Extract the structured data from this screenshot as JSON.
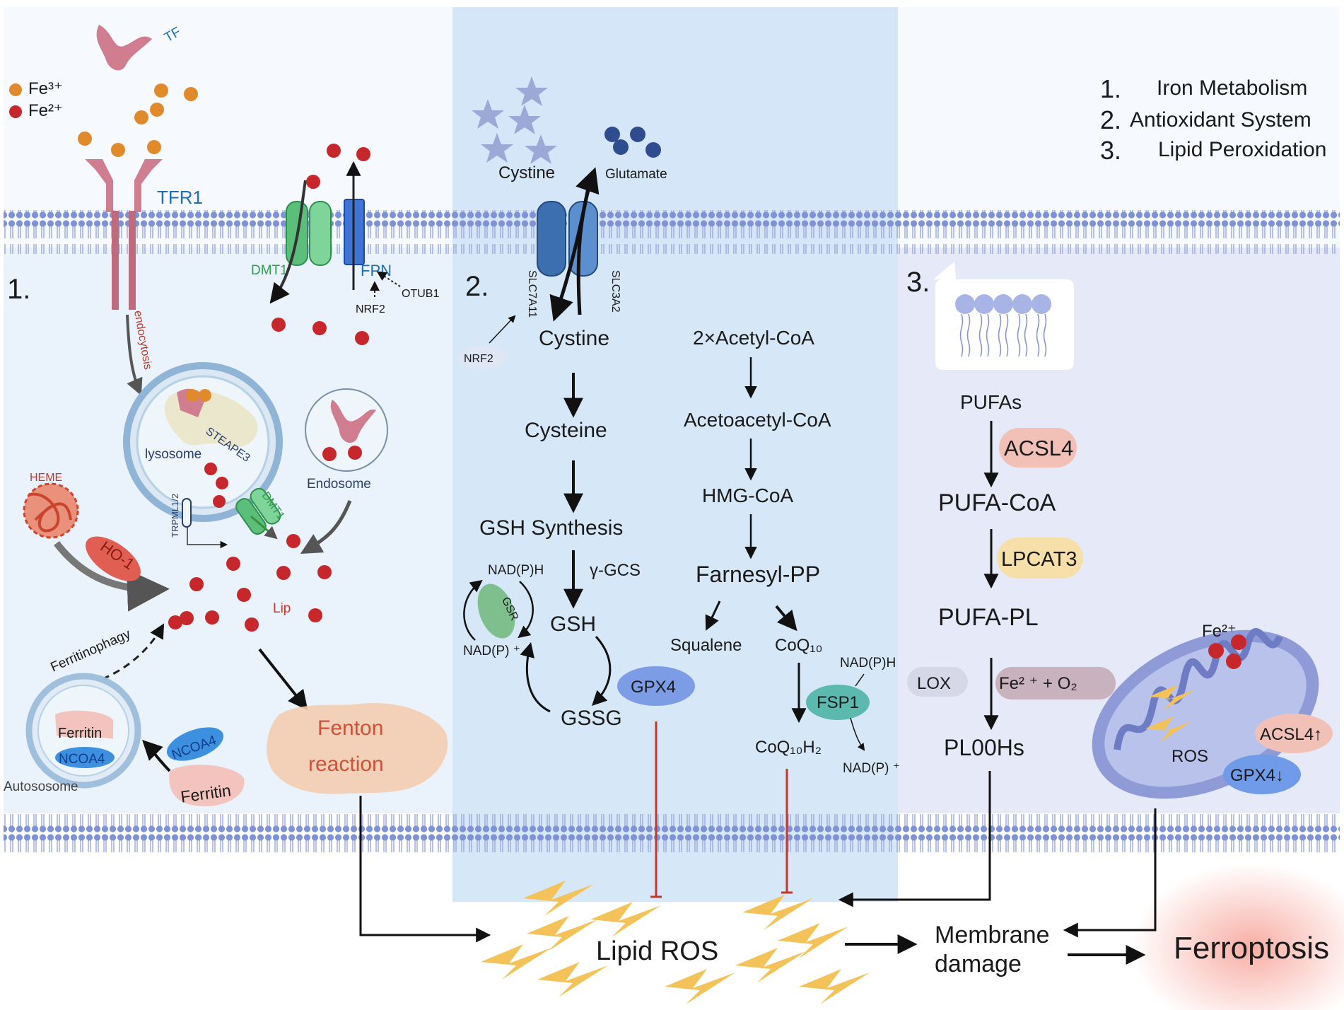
{
  "legend": {
    "fe3": "Fe³⁺",
    "fe2": "Fe²⁺",
    "items": [
      {
        "num": "1.",
        "text": "Iron Metabolism"
      },
      {
        "num": "2.",
        "text": "Antioxidant System"
      },
      {
        "num": "3.",
        "text": "Lipid Peroxidation"
      }
    ]
  },
  "panel1": {
    "number": "1.",
    "tf": "TF",
    "tfr1": "TFR1",
    "dmt1": "DMT1",
    "fpn": "FPN",
    "otub1": "OTUB1",
    "nrf2": "NRF2",
    "endocytosis": "endocytosis",
    "lysosome": "lysosome",
    "steape3": "STEAPE3",
    "trpml": "TRPML1/2",
    "dmt1_lyso": "DMT1",
    "endosome": "Endosome",
    "heme": "HEME",
    "ho1": "HO-1",
    "lip": "Lip",
    "ferritinophagy": "Ferritinophagy",
    "ferritin_in": "Ferritin",
    "ncoa4_in": "NCOA4",
    "autosome": "Autososome",
    "ncoa4": "NCOA4",
    "ferritin": "Ferritin",
    "fenton1": "Fenton",
    "fenton2": "reaction"
  },
  "panel2": {
    "number": "2.",
    "cystine_out": "Cystine",
    "glutamate": "Glutamate",
    "slc7a11": "SLC7A11",
    "slc3a2": "SLC3A2",
    "nrf2": "NRF2",
    "cystine_in": "Cystine",
    "cysteine": "Cysteine",
    "gsh_synthesis": "GSH Synthesis",
    "gcs": "γ-GCS",
    "nadph": "NAD(P)H",
    "gsr": "GSR",
    "nadp": "NAD(P) ⁺",
    "gsh": "GSH",
    "gssg": "GSSG",
    "gpx4": "GPX4",
    "acetyl": "2×Acetyl-CoA",
    "acetoacetyl": "Acetoacetyl-CoA",
    "hmg": "HMG-CoA",
    "farnesyl": "Farnesyl-PP",
    "squalene": "Squalene",
    "coq10": "CoQ₁₀",
    "nadph2": "NAD(P)H",
    "fsp1": "FSP1",
    "coq10h2": "CoQ₁₀H₂",
    "nadp2": "NAD(P) ⁺"
  },
  "panel3": {
    "number": "3.",
    "pufas": "PUFAs",
    "acsl4": "ACSL4",
    "pufa_coa": "PUFA-CoA",
    "lpcat3": "LPCAT3",
    "pufa_pl": "PUFA-PL",
    "lox": "LOX",
    "fe_o2": "Fe² ⁺ + O₂",
    "plooh": "PL00Hs",
    "mito_fe": "Fe²⁺",
    "ros": "ROS",
    "acsl4_up": "ACSL4↑",
    "gpx4_down": "GPX4↓"
  },
  "bottom": {
    "lipid_ros": "Lipid ROS",
    "membrane1": "Membrane",
    "membrane2": "damage",
    "ferroptosis": "Ferroptosis"
  },
  "colors": {
    "fe3": "#e08a2c",
    "fe2": "#c7262b",
    "membrane": "#7f92d8",
    "panel1_bg": "#eaf2fb",
    "panel2_bg": "#cfe3f7",
    "panel3_bg": "#e6e9f8",
    "inhibit": "#c0392b",
    "ros_bolt": "#f3c35a"
  }
}
